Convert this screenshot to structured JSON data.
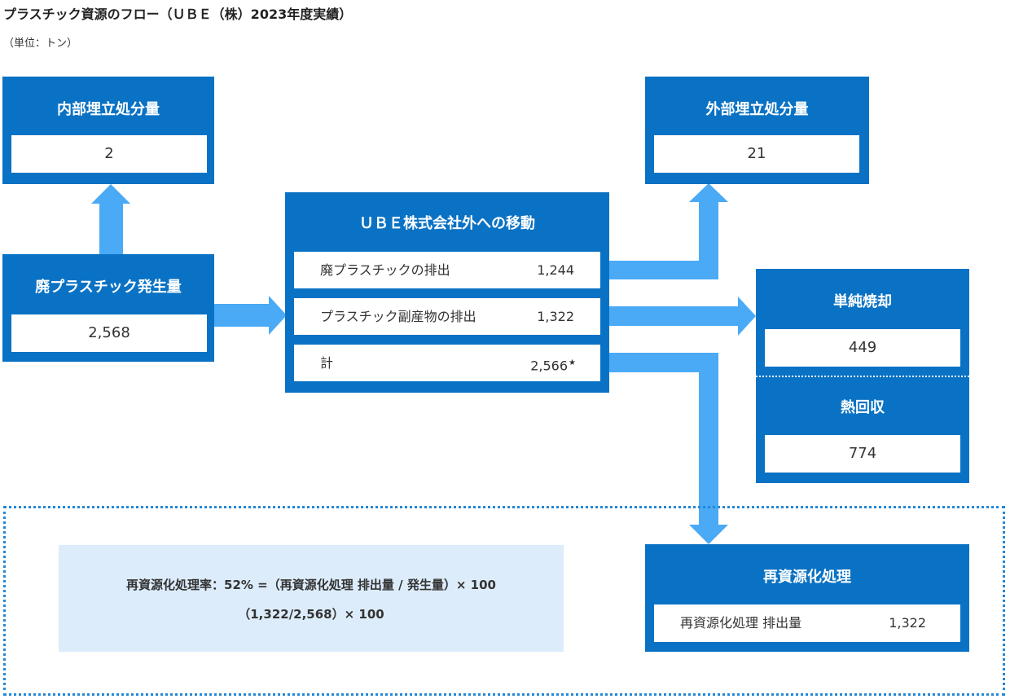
{
  "title": "プラスチック資源のフロー（ＵＢＥ（株）2023年度実績）",
  "unit": "（単位：トン）",
  "internal_landfill": {
    "label": "内部埋立処分量",
    "value": "2"
  },
  "waste_plastic": {
    "label": "廃プラスチック発生量",
    "value": "2,568"
  },
  "transfer": {
    "label": "ＵＢＥ株式会社外への移動",
    "rows": [
      {
        "label": "廃プラスチックの排出",
        "value": "1,244"
      },
      {
        "label": "プラスチック副産物の排出",
        "value": "1,322"
      },
      {
        "label": "計",
        "value": "2,566",
        "mark": "★"
      }
    ]
  },
  "external_landfill": {
    "label": "外部埋立処分量",
    "value": "21"
  },
  "incineration": {
    "label": "単純焼却",
    "value": "449"
  },
  "heat_recovery": {
    "label": "熱回収",
    "value": "774"
  },
  "recycling": {
    "label": "再資源化処理",
    "row_label": "再資源化処理 排出量",
    "row_value": "1,322"
  },
  "formula": {
    "line1": "再資源化処理率：52% =（再資源化処理 排出量 / 発生量）× 100",
    "line2": "（1,322/2,568）× 100"
  },
  "colors": {
    "box": "#0a72c4",
    "arrow": "#4aaaf6",
    "formula_bg": "#dcecfb",
    "frame": "#2388d8"
  }
}
